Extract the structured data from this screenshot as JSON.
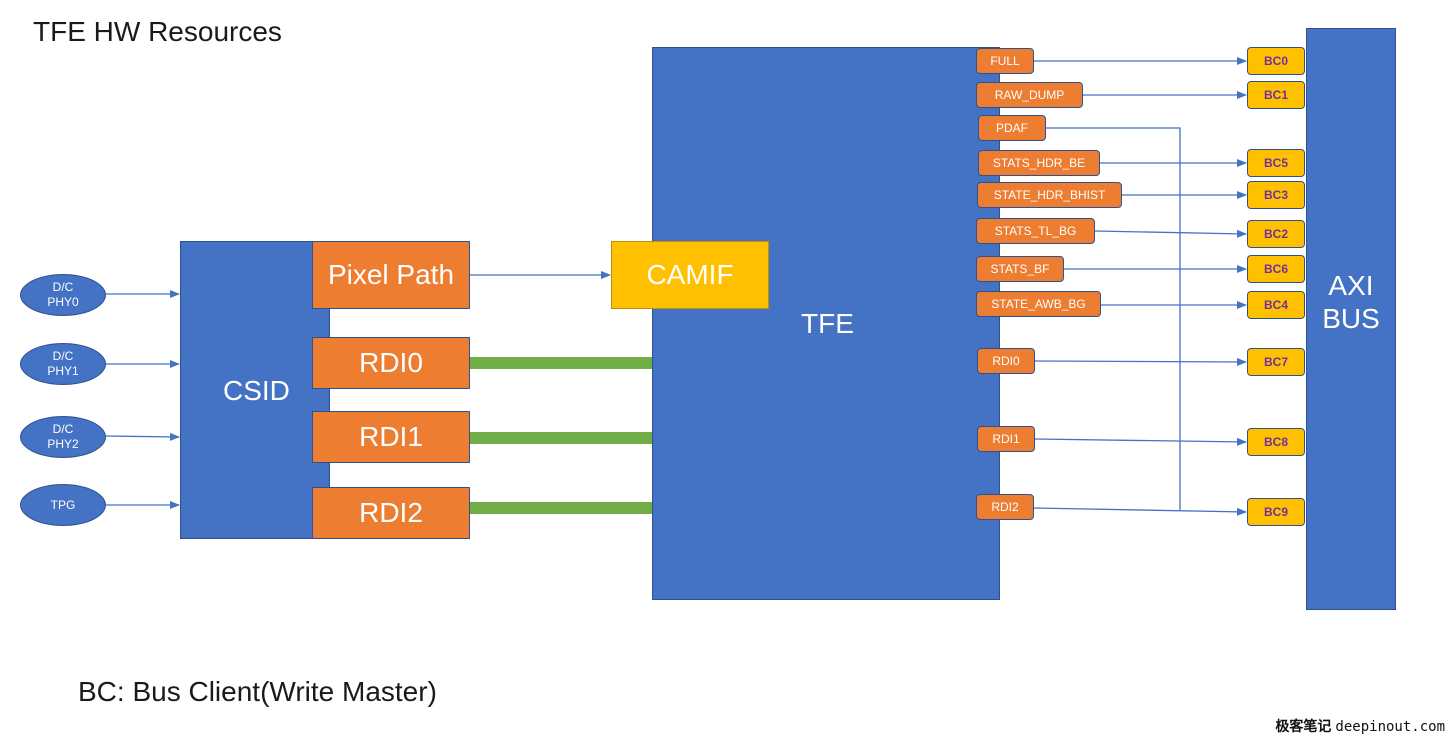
{
  "title": "TFE HW Resources",
  "footnote": "BC: Bus Client(Write Master)",
  "watermark": {
    "cn": "极客笔记",
    "site": "deepinout.com"
  },
  "colors": {
    "block_blue": "#4472c4",
    "path_orange": "#ed7d31",
    "bc_yellow": "#ffc000",
    "rdi_arrow_green": "#70ad47",
    "bc_text_purple": "#7030a0",
    "wire_blue": "#4472c4"
  },
  "inputs": [
    {
      "line1": "D/C",
      "line2": "PHY0"
    },
    {
      "line1": "D/C",
      "line2": "PHY1"
    },
    {
      "line1": "D/C",
      "line2": "PHY2"
    },
    {
      "line1": "TPG",
      "line2": ""
    }
  ],
  "csid": {
    "label": "CSID",
    "paths": [
      "Pixel Path",
      "RDI0",
      "RDI1",
      "RDI2"
    ]
  },
  "tfe": {
    "label": "TFE",
    "camif": "CAMIF",
    "outputs": [
      "FULL",
      "RAW_DUMP",
      "PDAF",
      "STATS_HDR_BE",
      "STATE_HDR_BHIST",
      "STATS_TL_BG",
      "STATS_BF",
      "STATE_AWB_BG",
      "RDI0",
      "RDI1",
      "RDI2"
    ]
  },
  "bus_clients": [
    "BC0",
    "BC1",
    "BC5",
    "BC3",
    "BC2",
    "BC6",
    "BC4",
    "BC7",
    "BC8",
    "BC9"
  ],
  "connections": [
    {
      "from": "FULL",
      "to": "BC0"
    },
    {
      "from": "RAW_DUMP",
      "to": "BC1"
    },
    {
      "from": "PDAF",
      "to": "BC9"
    },
    {
      "from": "STATS_HDR_BE",
      "to": "BC5"
    },
    {
      "from": "STATE_HDR_BHIST",
      "to": "BC3"
    },
    {
      "from": "STATS_TL_BG",
      "to": "BC2"
    },
    {
      "from": "STATS_BF",
      "to": "BC6"
    },
    {
      "from": "STATE_AWB_BG",
      "to": "BC4"
    },
    {
      "from": "RDI0",
      "to": "BC7"
    },
    {
      "from": "RDI1",
      "to": "BC8"
    },
    {
      "from": "RDI2",
      "to": "BC9"
    }
  ],
  "axi": {
    "line1": "AXI",
    "line2": "BUS"
  }
}
